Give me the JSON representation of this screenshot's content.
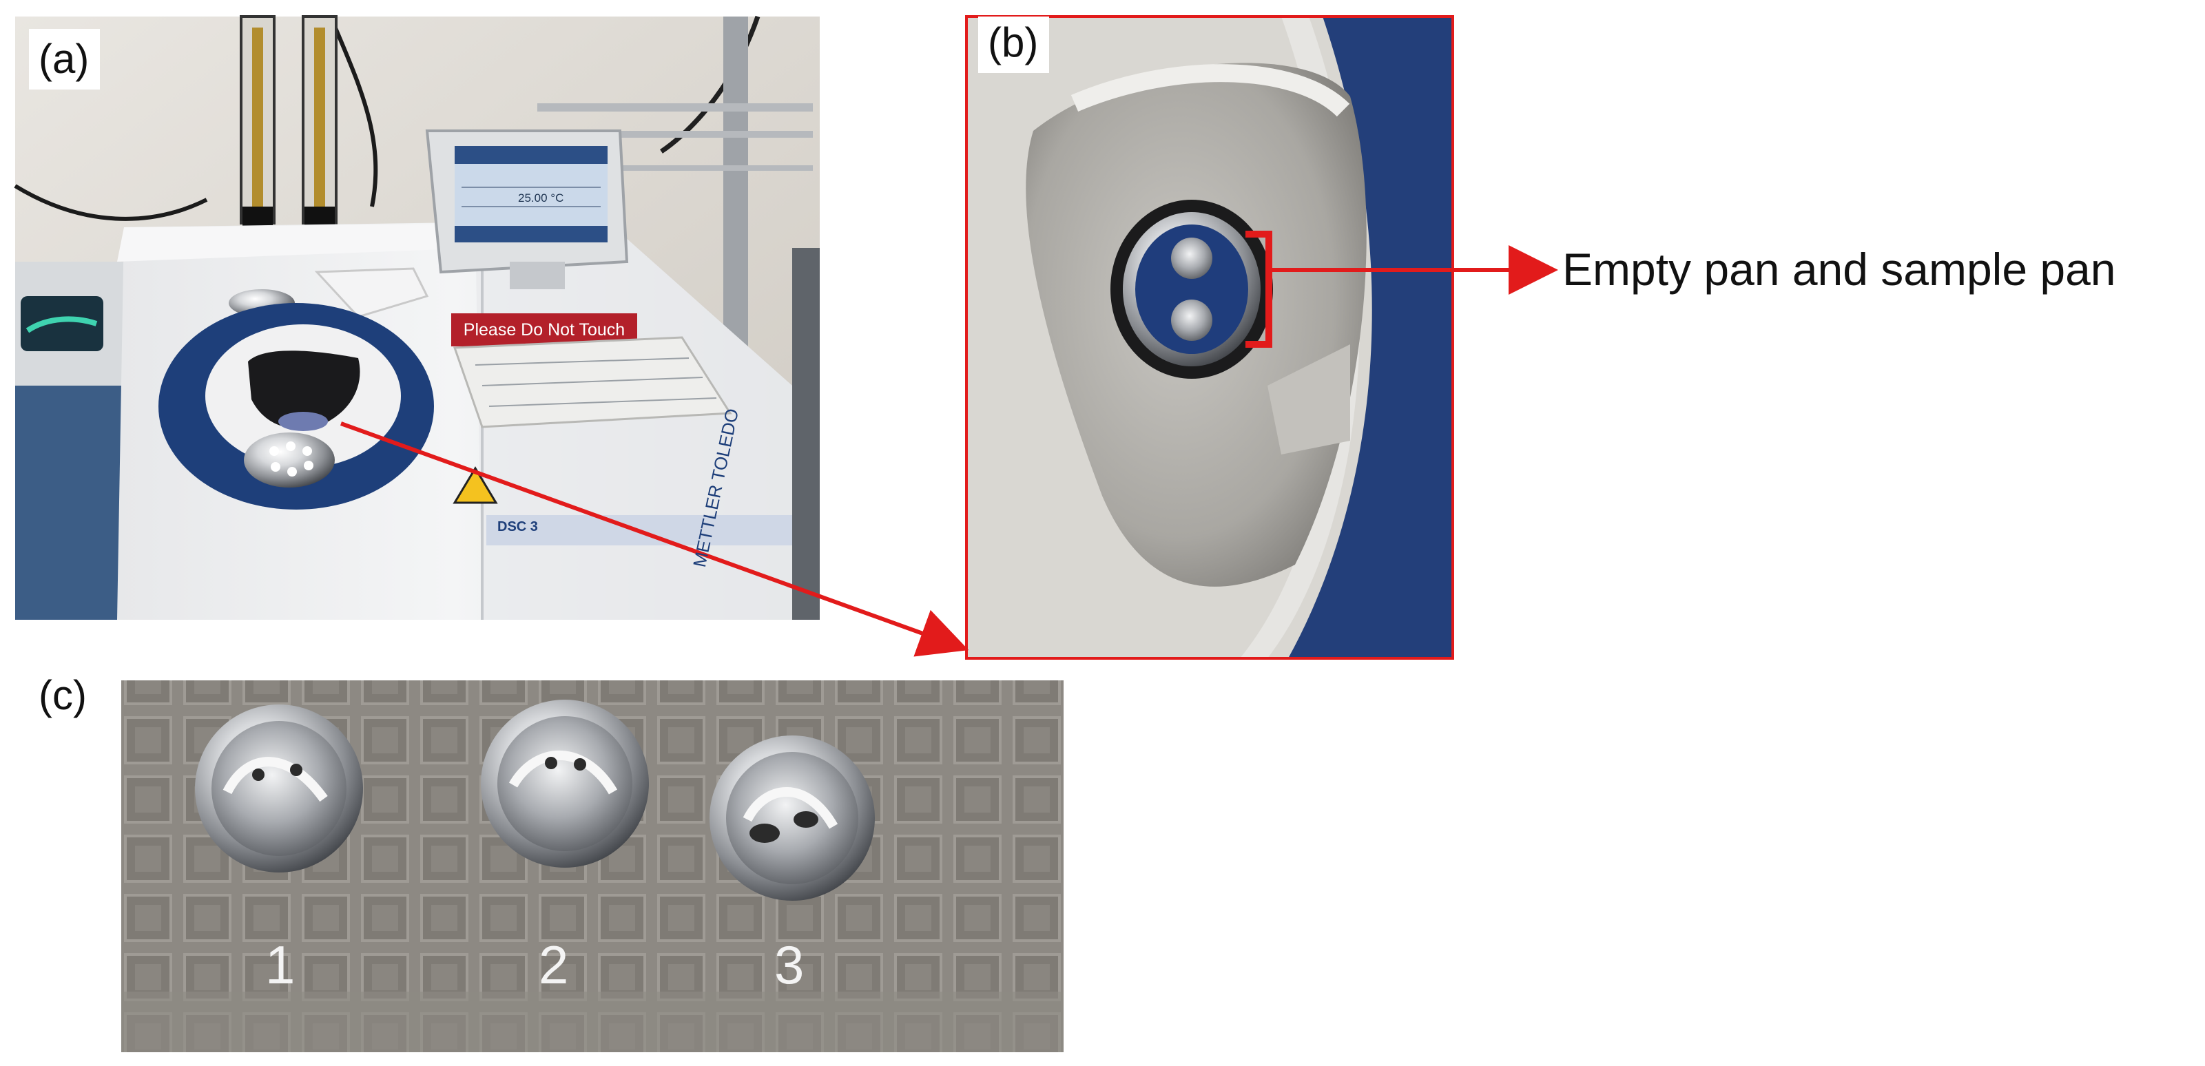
{
  "figure": {
    "panels": [
      {
        "label": "(a)",
        "content": "DSC 3 METTLER TOLEDO instrument photograph"
      },
      {
        "label": "(b)",
        "content": "close-up of sensor with pans"
      },
      {
        "label": "(c)",
        "content": "three aluminum crucibles on a textured mat"
      }
    ],
    "device": {
      "sign_text": "Please Do Not Touch",
      "screen_reading_1": "25.00 °C",
      "model_text": "DSC 3",
      "brand_text": "METTLER TOLEDO"
    },
    "callout_text": "Empty pan and sample pan",
    "pan_numbers": [
      "1",
      "2",
      "3"
    ],
    "colors": {
      "arrow_red": "#e21b1b",
      "device_blue": "#1e3f7a",
      "sign_red": "#b3202a",
      "mat_gray": "#8a8680"
    }
  }
}
